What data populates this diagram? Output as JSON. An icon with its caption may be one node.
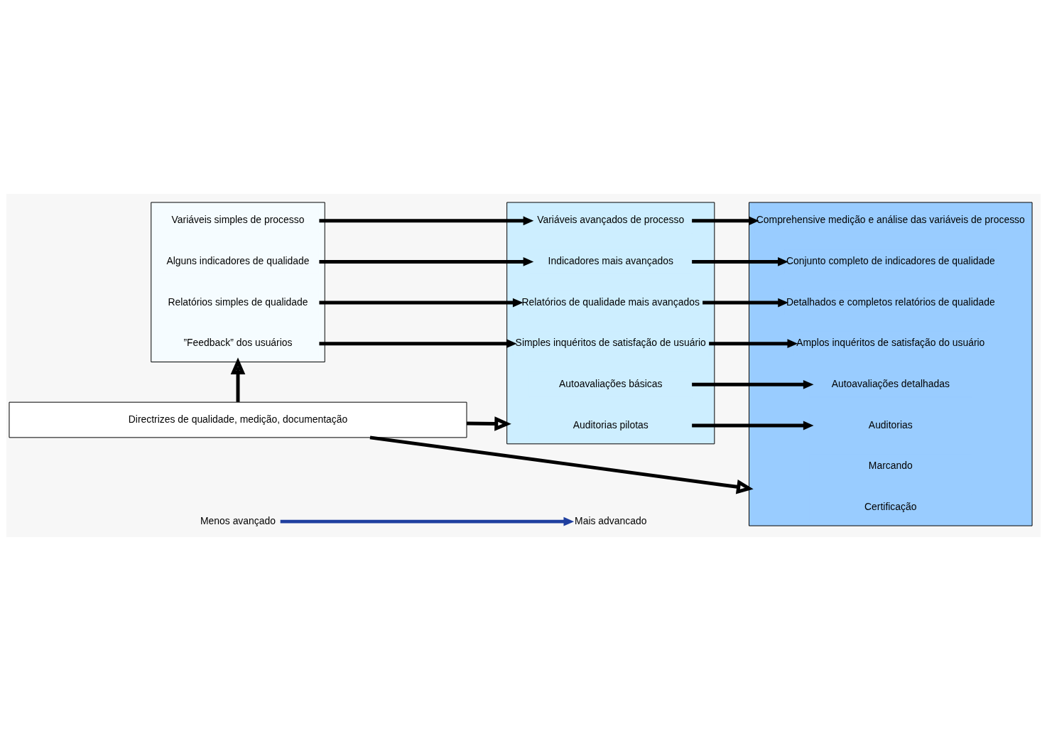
{
  "diagram": {
    "nodes": [
      {
        "text": [
          "Menos avançado"
        ]
      },
      {
        "text": [
          "Mais advancado"
        ]
      },
      {
        "text": [],
        "shape": "box"
      },
      {
        "text": [
          "Variáveis simples de processo"
        ],
        "in": 2
      },
      {
        "text": [
          "Alguns indicadores de qualidade"
        ],
        "in": 2
      },
      {
        "text": [
          "Relatórios simples de qualidade"
        ],
        "in": 2
      },
      {
        "text": [
          "”Feedback” dos usuários"
        ],
        "in": 2
      },
      {
        "text": [],
        "shape": "box"
      },
      {
        "text": [
          "Variáveis avançados de processo"
        ],
        "in": 7
      },
      {
        "text": [
          "Indicadores mais avançados"
        ],
        "in": 7
      },
      {
        "text": [
          "Relatórios de qualidade mais avançados"
        ],
        "in": 7
      },
      {
        "text": [
          "Simples inquéritos de satisfação de usuário"
        ],
        "in": 7
      },
      {
        "text": [
          "Autoavaliações básicas"
        ],
        "in": 7
      },
      {
        "text": [
          "Auditorias pilotas"
        ],
        "in": 7
      },
      {
        "text": [],
        "shape": "box"
      },
      {
        "text": [
          "Comprehensive medição e análise das variáveis de processo"
        ],
        "in": 14
      },
      {
        "text": [
          "Conjunto completo de indicadores de qualidade"
        ],
        "in": 14
      },
      {
        "text": [
          "Detalhados e completos relatórios de qualidade"
        ],
        "in": 14
      },
      {
        "text": [
          "Amplos inquéritos de satisfação do usuário"
        ],
        "in": 14
      },
      {
        "text": [
          "Autoavaliações detalhadas"
        ],
        "in": 14
      },
      {
        "text": [
          "Auditorias"
        ],
        "in": 14
      },
      {
        "text": [
          "Marcando"
        ],
        "in": 14
      },
      {
        "text": [
          "Certificação"
        ],
        "in": 14
      },
      {
        "text": [
          "Directrizes de qualidade, medição, documentação"
        ]
      }
    ],
    "edges": [
      {
        "from": 0,
        "to": 1,
        "arrow": "to",
        "color": "#1f3f9f"
      },
      {
        "from": 3,
        "to": 8,
        "arrow": "to"
      },
      {
        "from": 4,
        "to": 9,
        "arrow": "to"
      },
      {
        "from": 5,
        "to": 10,
        "arrow": "to"
      },
      {
        "from": 6,
        "to": 11,
        "arrow": "to"
      },
      {
        "from": 8,
        "to": 15,
        "arrow": "to"
      },
      {
        "from": 9,
        "to": 16,
        "arrow": "to"
      },
      {
        "from": 10,
        "to": 17,
        "arrow": "to"
      },
      {
        "from": 11,
        "to": 18,
        "arrow": "to"
      },
      {
        "from": 12,
        "to": 19,
        "arrow": "to"
      },
      {
        "from": 13,
        "to": 20,
        "arrow": "to"
      },
      {
        "from": 23,
        "to": 2,
        "arrow": "to"
      },
      {
        "from": 23,
        "to": 7,
        "arrow": "to"
      },
      {
        "from": 23,
        "to": 14,
        "arrow": "to"
      }
    ]
  }
}
